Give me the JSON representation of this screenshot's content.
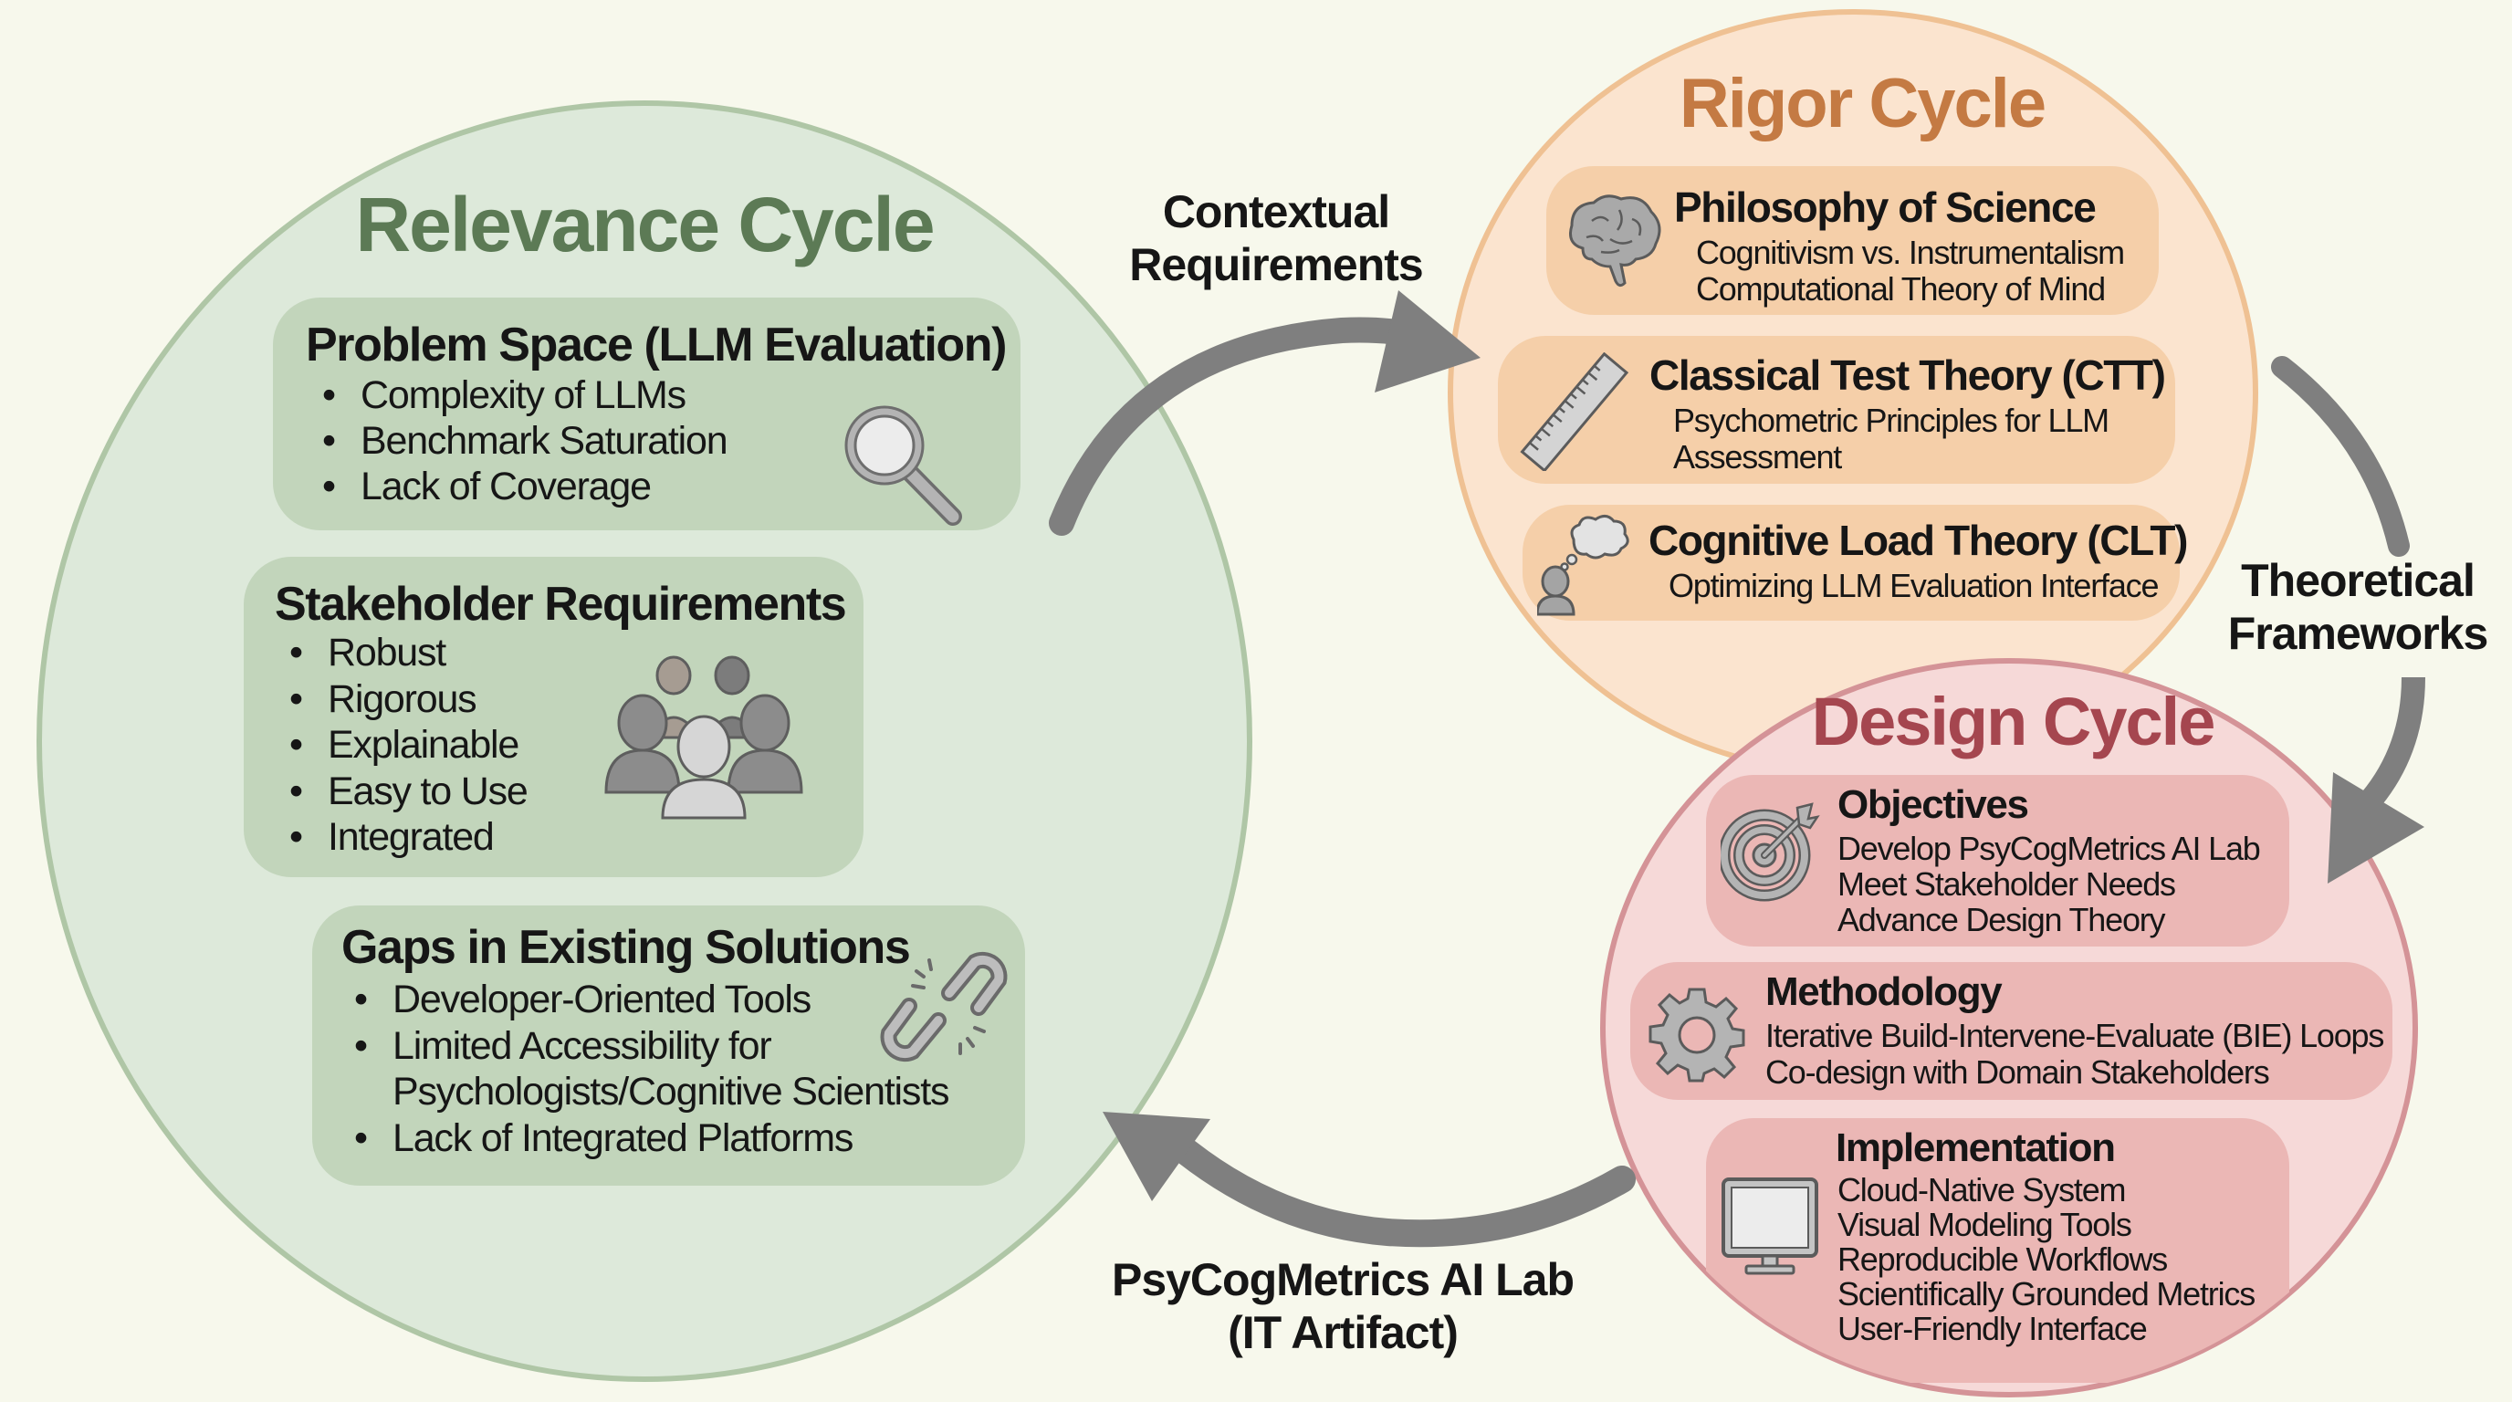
{
  "colors": {
    "background": "#f7f8ec",
    "relevance_fill": "#dde9da",
    "relevance_stroke": "#afc6a6",
    "relevance_box": "#c2d5bb",
    "relevance_title": "#5c7a55",
    "rigor_fill": "#fbe4cf",
    "rigor_stroke": "#efc193",
    "rigor_box": "#f5cfa9",
    "rigor_title": "#c47a43",
    "design_fill": "#f6d9d8",
    "design_stroke": "#d49397",
    "design_box": "#ebb7b5",
    "design_title": "#a5464f",
    "arrow": "#7f7f7f",
    "icon_gray": "#a7a7a7"
  },
  "relevance_cycle": {
    "title": "Relevance Cycle",
    "problem_space": {
      "title": "Problem Space (LLM Evaluation)",
      "items": [
        "Complexity of LLMs",
        "Benchmark Saturation",
        "Lack of Coverage"
      ],
      "icon": "magnifying-glass-icon"
    },
    "stakeholder_requirements": {
      "title": "Stakeholder Requirements",
      "items": [
        "Robust",
        "Rigorous",
        "Explainable",
        "Easy to Use",
        "Integrated"
      ],
      "icon": "people-group-icon"
    },
    "gaps": {
      "title": "Gaps in Existing Solutions",
      "items": [
        "Developer-Oriented Tools",
        "Limited Accessibility for",
        "Psychologists/Cognitive Scientists",
        "Lack of Integrated Platforms"
      ],
      "icon": "broken-chain-icon"
    }
  },
  "rigor_cycle": {
    "title": "Rigor Cycle",
    "philosophy": {
      "title": "Philosophy of Science",
      "lines": [
        "Cognitivism vs. Instrumentalism",
        "Computational Theory of Mind"
      ],
      "icon": "brain-icon"
    },
    "ctt": {
      "title": "Classical Test Theory (CTT)",
      "lines": [
        "Psychometric Principles for LLM",
        "Assessment"
      ],
      "icon": "ruler-icon"
    },
    "clt": {
      "title": "Cognitive Load Theory (CLT)",
      "lines": [
        "Optimizing LLM Evaluation Interface"
      ],
      "icon": "thinking-person-icon"
    }
  },
  "design_cycle": {
    "title": "Design Cycle",
    "objectives": {
      "title": "Objectives",
      "lines": [
        "Develop PsyCogMetrics AI Lab",
        "Meet Stakeholder Needs",
        "Advance Design Theory"
      ],
      "icon": "target-icon"
    },
    "methodology": {
      "title": "Methodology",
      "lines": [
        "Iterative Build-Intervene-Evaluate (BIE) Loops",
        "Co-design with Domain Stakeholders"
      ],
      "icon": "gear-icon"
    },
    "implementation": {
      "title": "Implementation",
      "lines": [
        "Cloud-Native System",
        "Visual Modeling Tools",
        "Reproducible Workflows",
        "Scientifically Grounded Metrics",
        "User-Friendly Interface"
      ],
      "icon": "monitor-icon"
    }
  },
  "arrows": {
    "contextual": {
      "line1": "Contextual",
      "line2": "Requirements"
    },
    "theoretical": {
      "line1": "Theoretical",
      "line2": "Frameworks"
    },
    "artifact": {
      "line1": "PsyCogMetrics AI Lab",
      "line2": "(IT Artifact)"
    }
  }
}
